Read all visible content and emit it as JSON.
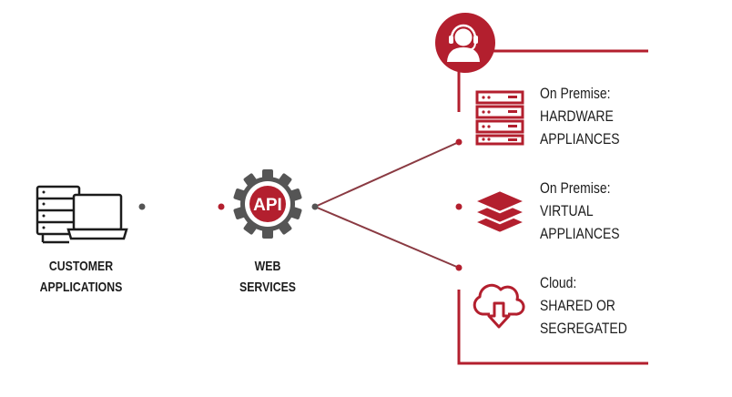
{
  "nodes": {
    "customer": {
      "line1": "CUSTOMER",
      "line2": "APPLICATIONS"
    },
    "web": {
      "line1": "WEB",
      "line2": "SERVICES",
      "badge": "API"
    }
  },
  "targets": [
    {
      "name": "on-premise-hardware",
      "title": "On Premise:",
      "line1": "HARDWARE",
      "line2": "APPLIANCES",
      "icon": "server-rack-icon"
    },
    {
      "name": "on-premise-virtual",
      "title": "On Premise:",
      "line1": "VIRTUAL",
      "line2": "APPLIANCES",
      "icon": "layers-stack-icon"
    },
    {
      "name": "cloud",
      "title": "Cloud:",
      "line1": "SHARED OR",
      "line2": "SEGREGATED",
      "icon": "cloud-download-icon"
    }
  ],
  "support_icon": "headset-agent-icon",
  "colors": {
    "accent": "#b31f2e",
    "dark": "#1c1c1c",
    "connector": "#555555"
  }
}
